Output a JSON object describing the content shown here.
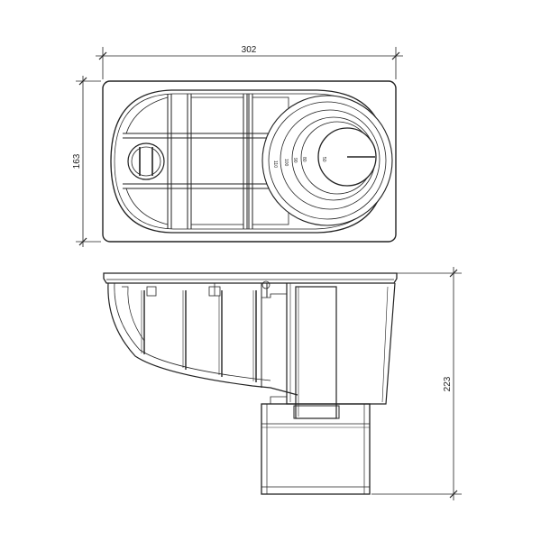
{
  "dimensions": {
    "width": "302",
    "depth": "163",
    "height": "223"
  },
  "scale_marks": [
    "110",
    "100",
    "90",
    "80",
    "50"
  ]
}
